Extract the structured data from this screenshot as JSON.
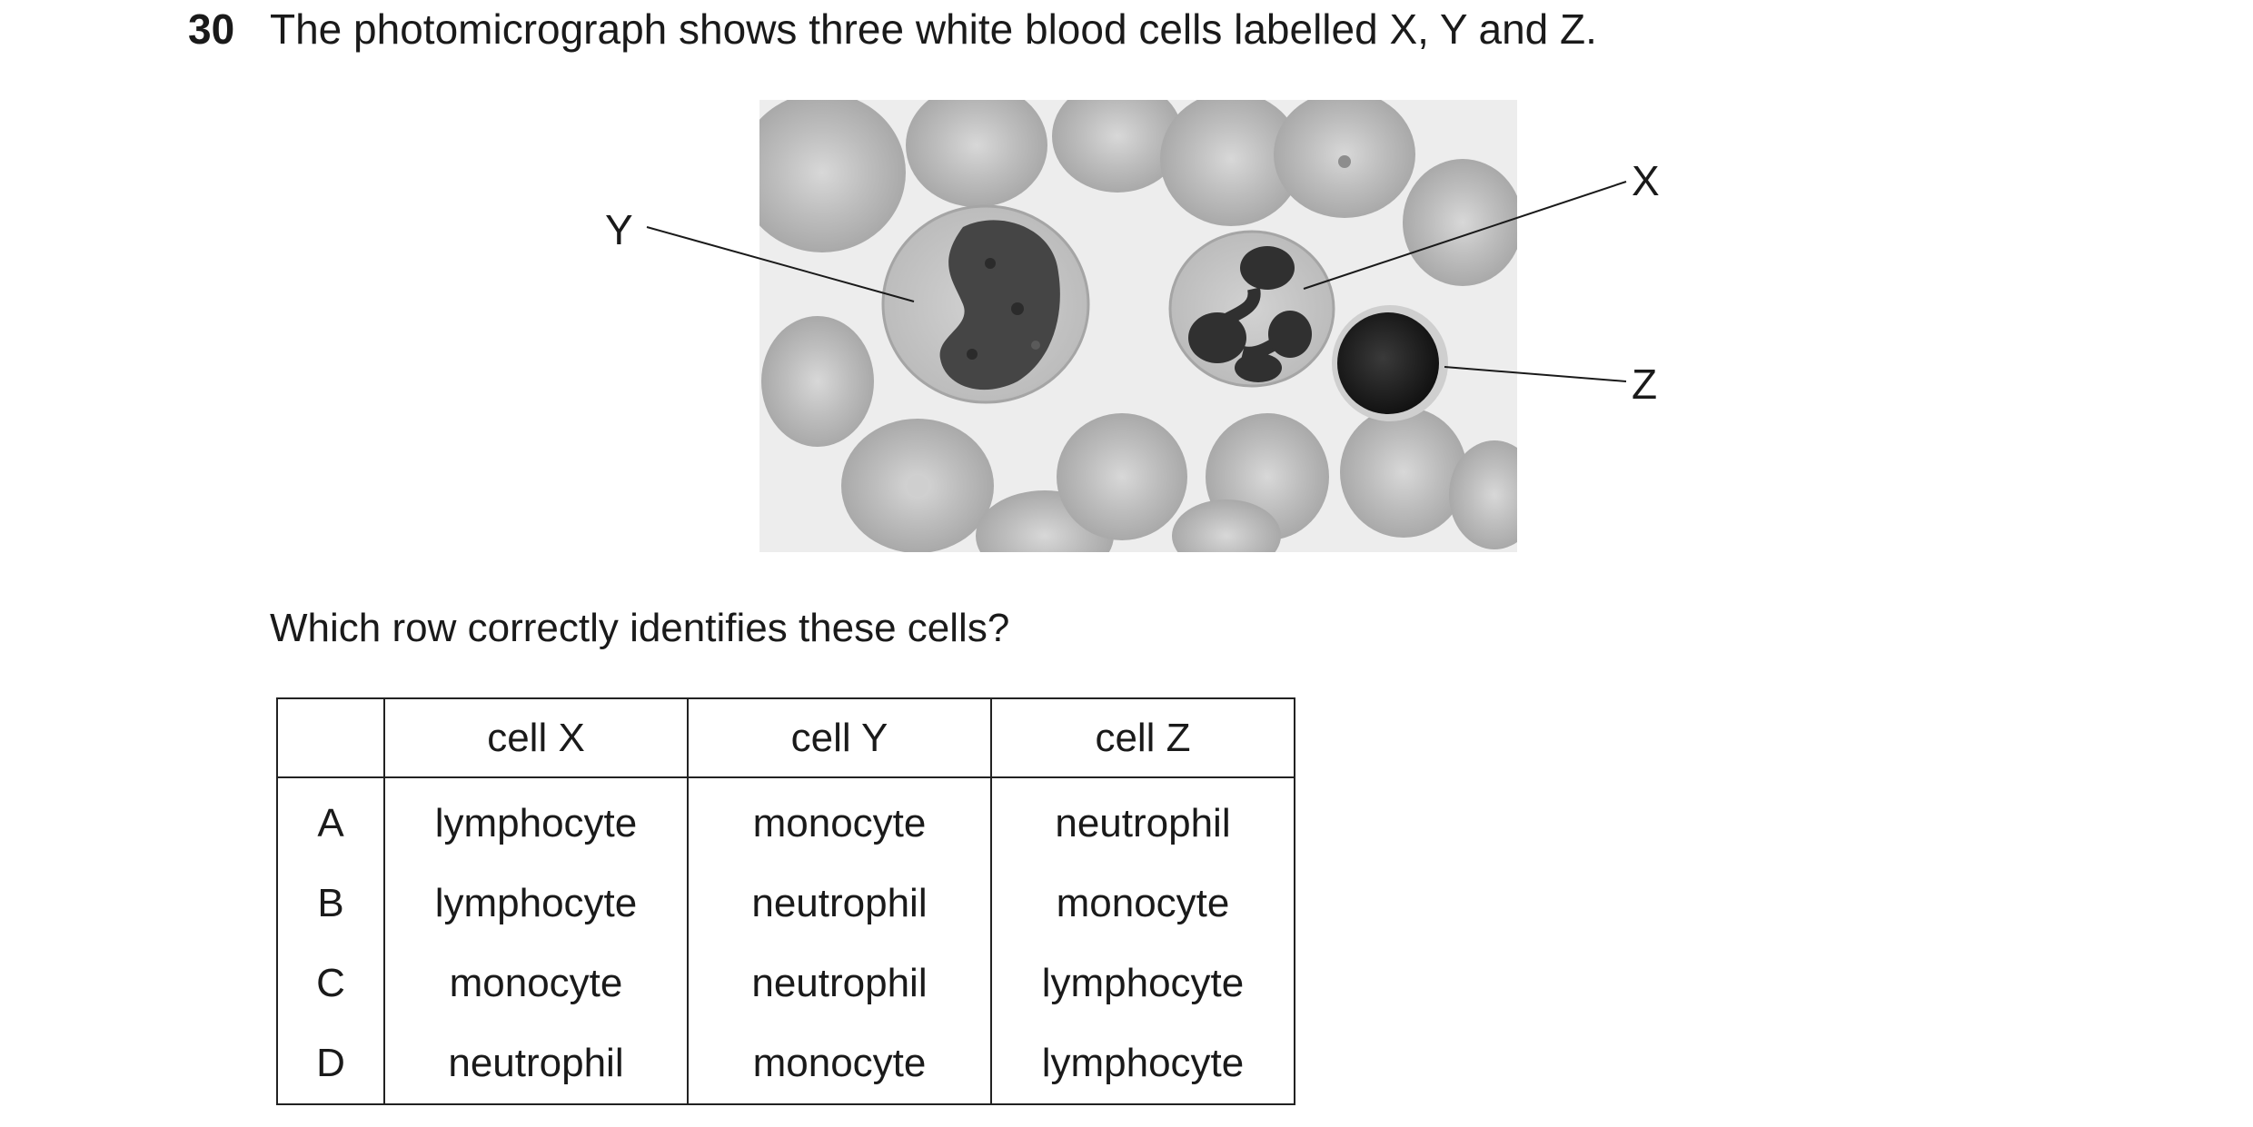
{
  "question": {
    "number": "30",
    "text": "The photomicrograph shows three white blood cells labelled X, Y and Z."
  },
  "figure": {
    "labels": {
      "x": "X",
      "y": "Y",
      "z": "Z"
    }
  },
  "prompt": "Which row correctly identifies these cells?",
  "table": {
    "headers": [
      "",
      "cell X",
      "cell Y",
      "cell Z"
    ],
    "rows": [
      {
        "letter": "A",
        "cells": [
          "lymphocyte",
          "monocyte",
          "neutrophil"
        ]
      },
      {
        "letter": "B",
        "cells": [
          "lymphocyte",
          "neutrophil",
          "monocyte"
        ]
      },
      {
        "letter": "C",
        "cells": [
          "monocyte",
          "neutrophil",
          "lymphocyte"
        ]
      },
      {
        "letter": "D",
        "cells": [
          "neutrophil",
          "monocyte",
          "lymphocyte"
        ]
      }
    ]
  },
  "colors": {
    "text": "#1a1a1a",
    "rbc": "#b8b8b8",
    "background_slide": "#ececec",
    "nucleus_dark": "#3a3a3a",
    "lymphocyte": "#1e1e1e"
  }
}
